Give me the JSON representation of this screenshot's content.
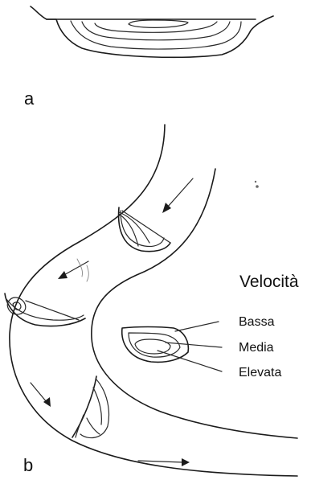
{
  "panels": {
    "a_label": "a",
    "b_label": "b"
  },
  "legend": {
    "title": "Velocità",
    "levels": [
      "Bassa",
      "Media",
      "Elevata"
    ]
  },
  "colors": {
    "ink": "#1b1b1b",
    "background": "#ffffff"
  }
}
